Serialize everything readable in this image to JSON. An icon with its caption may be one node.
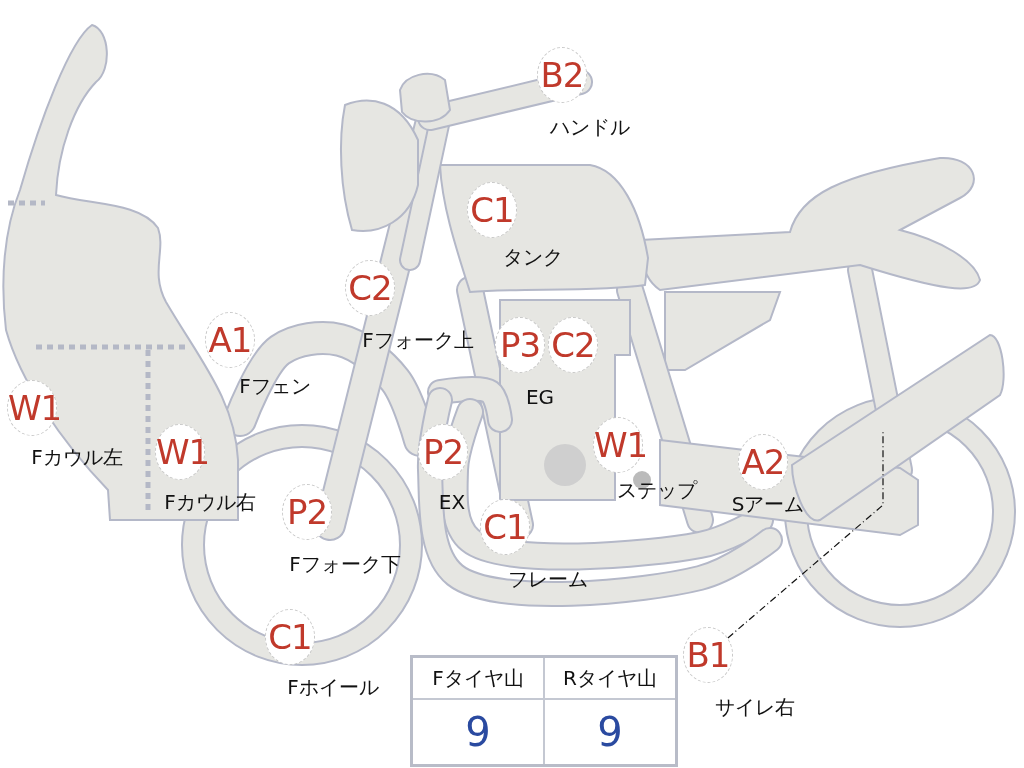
{
  "diagram": {
    "nodes": [
      {
        "text": [
          "B2"
        ],
        "beside": [
          "ハンドル"
        ]
      },
      {
        "text": [
          "C1"
        ],
        "beside": [
          "タンク"
        ]
      },
      {
        "text": [
          "C2"
        ],
        "beside": [
          "Fフォーク上"
        ]
      },
      {
        "text": [
          "A1"
        ],
        "beside": [
          "Fフェン"
        ]
      },
      {
        "text": [
          "P3"
        ],
        "beside": [
          "EG"
        ]
      },
      {
        "text": [
          "C2"
        ]
      },
      {
        "text": [
          "W1"
        ],
        "beside": [
          "Fカウル左"
        ]
      },
      {
        "text": [
          "P2"
        ],
        "beside": [
          "EX"
        ]
      },
      {
        "text": [
          "W1"
        ],
        "beside": [
          "ステップ"
        ]
      },
      {
        "text": [
          "W1"
        ],
        "beside": [
          "Fカウル右"
        ]
      },
      {
        "text": [
          "A2"
        ],
        "beside": [
          "Sアーム"
        ]
      },
      {
        "text": [
          "P2"
        ],
        "beside": [
          "Fフォーク下"
        ]
      },
      {
        "text": [
          "C1"
        ],
        "beside": [
          "フレーム"
        ]
      },
      {
        "text": [
          "C1"
        ],
        "beside": [
          "Fホイール"
        ]
      },
      {
        "text": [
          "B1"
        ],
        "beside": [
          "サイレ右"
        ]
      },
      {
        "text": [],
        "shape": "picture"
      }
    ],
    "edges": [
      {
        "from": 14,
        "to": 15,
        "arrow": "none",
        "style": "dashed"
      }
    ],
    "labels": [
      "Fタイヤ山",
      "Rタイヤ山",
      "9",
      "9"
    ]
  }
}
